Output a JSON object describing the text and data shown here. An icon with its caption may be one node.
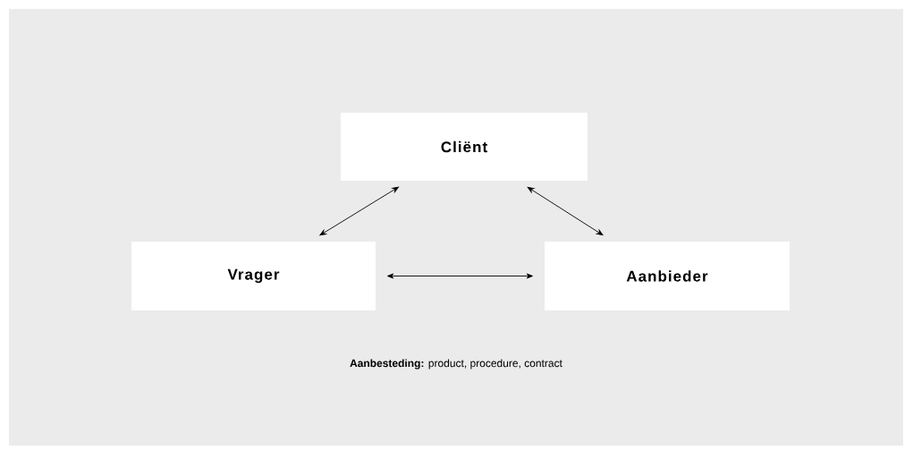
{
  "diagram": {
    "nodes": [
      {
        "text": [
          "Cliënt"
        ]
      },
      {
        "text": [
          "Vrager"
        ]
      },
      {
        "text": [
          "Aanbieder"
        ]
      }
    ],
    "edges": [
      {
        "from": 1,
        "to": 0,
        "arrow": "both"
      },
      {
        "from": 0,
        "to": 2,
        "arrow": "both"
      },
      {
        "from": 1,
        "to": 2,
        "arrow": "both"
      }
    ],
    "labels": [
      "**Aanbesteding:** product, procedure, contract"
    ]
  }
}
